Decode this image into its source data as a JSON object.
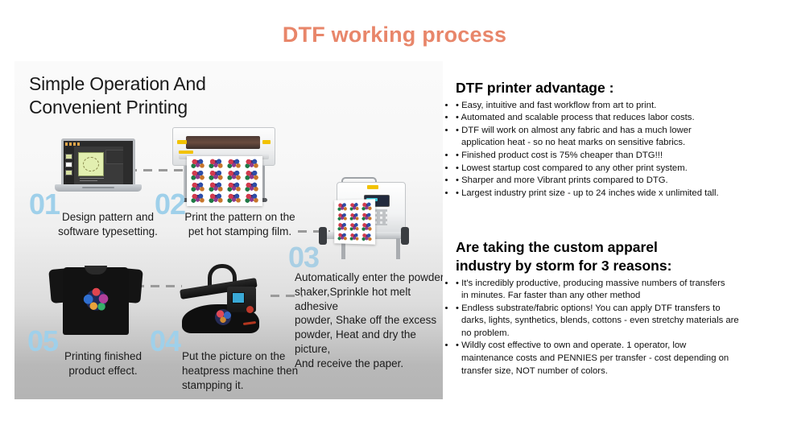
{
  "page": {
    "title": "DTF working process",
    "title_color": "#e8866a",
    "accent_number_color": "#9fd0ea"
  },
  "infographic": {
    "heading": "Simple Operation And\nConvenient Printing",
    "steps": [
      {
        "number": "01",
        "text": "Design pattern and\nsoftware typesetting.",
        "device": "laptop-design-software"
      },
      {
        "number": "02",
        "text": "Print the pattern on the\npet hot stamping film.",
        "device": "dtf-printer"
      },
      {
        "number": "03",
        "text": "Automatically enter the powder\nshaker,Sprinkle hot melt adhesive\npowder, Shake off the excess\npowder, Heat and dry the picture,\nAnd receive the paper.",
        "device": "powder-shaker"
      },
      {
        "number": "04",
        "text": "Put the picture on the\nheatpress machine then\nstampping it.",
        "device": "heat-press"
      },
      {
        "number": "05",
        "text": "Printing finished\nproduct effect.",
        "device": "printed-tshirt"
      }
    ]
  },
  "advantage": {
    "heading": "DTF  printer advantage :",
    "bullets": [
      "• Easy, intuitive and fast workflow from art to print.",
      "• Automated and scalable process that reduces labor costs.",
      "• DTF will work on almost any fabric and has a much lower\napplication heat - so no heat marks on sensitive fabrics.",
      "• Finished product cost is 75% cheaper than DTG!!!",
      "• Lowest startup cost compared to any other print system.",
      "• Sharper and more Vibrant prints compared to DTG.",
      "• Largest industry print size - up to 24 inches wide x unlimited tall."
    ]
  },
  "reasons": {
    "heading": "Are taking the custom apparel\nindustry by storm for 3 reasons:",
    "bullets": [
      "• It's incredibly productive, producing massive numbers of transfers\nin minutes. Far faster than any other method",
      "• Endless substrate/fabric options! You can apply DTF transfers to\ndarks, lights, synthetics, blends, cottons - even stretchy materials are\nno problem.",
      "• Wildly cost effective to own and operate. 1 operator, low\nmaintenance costs and PENNIES per transfer - cost depending on\ntransfer size, NOT number of colors."
    ]
  }
}
